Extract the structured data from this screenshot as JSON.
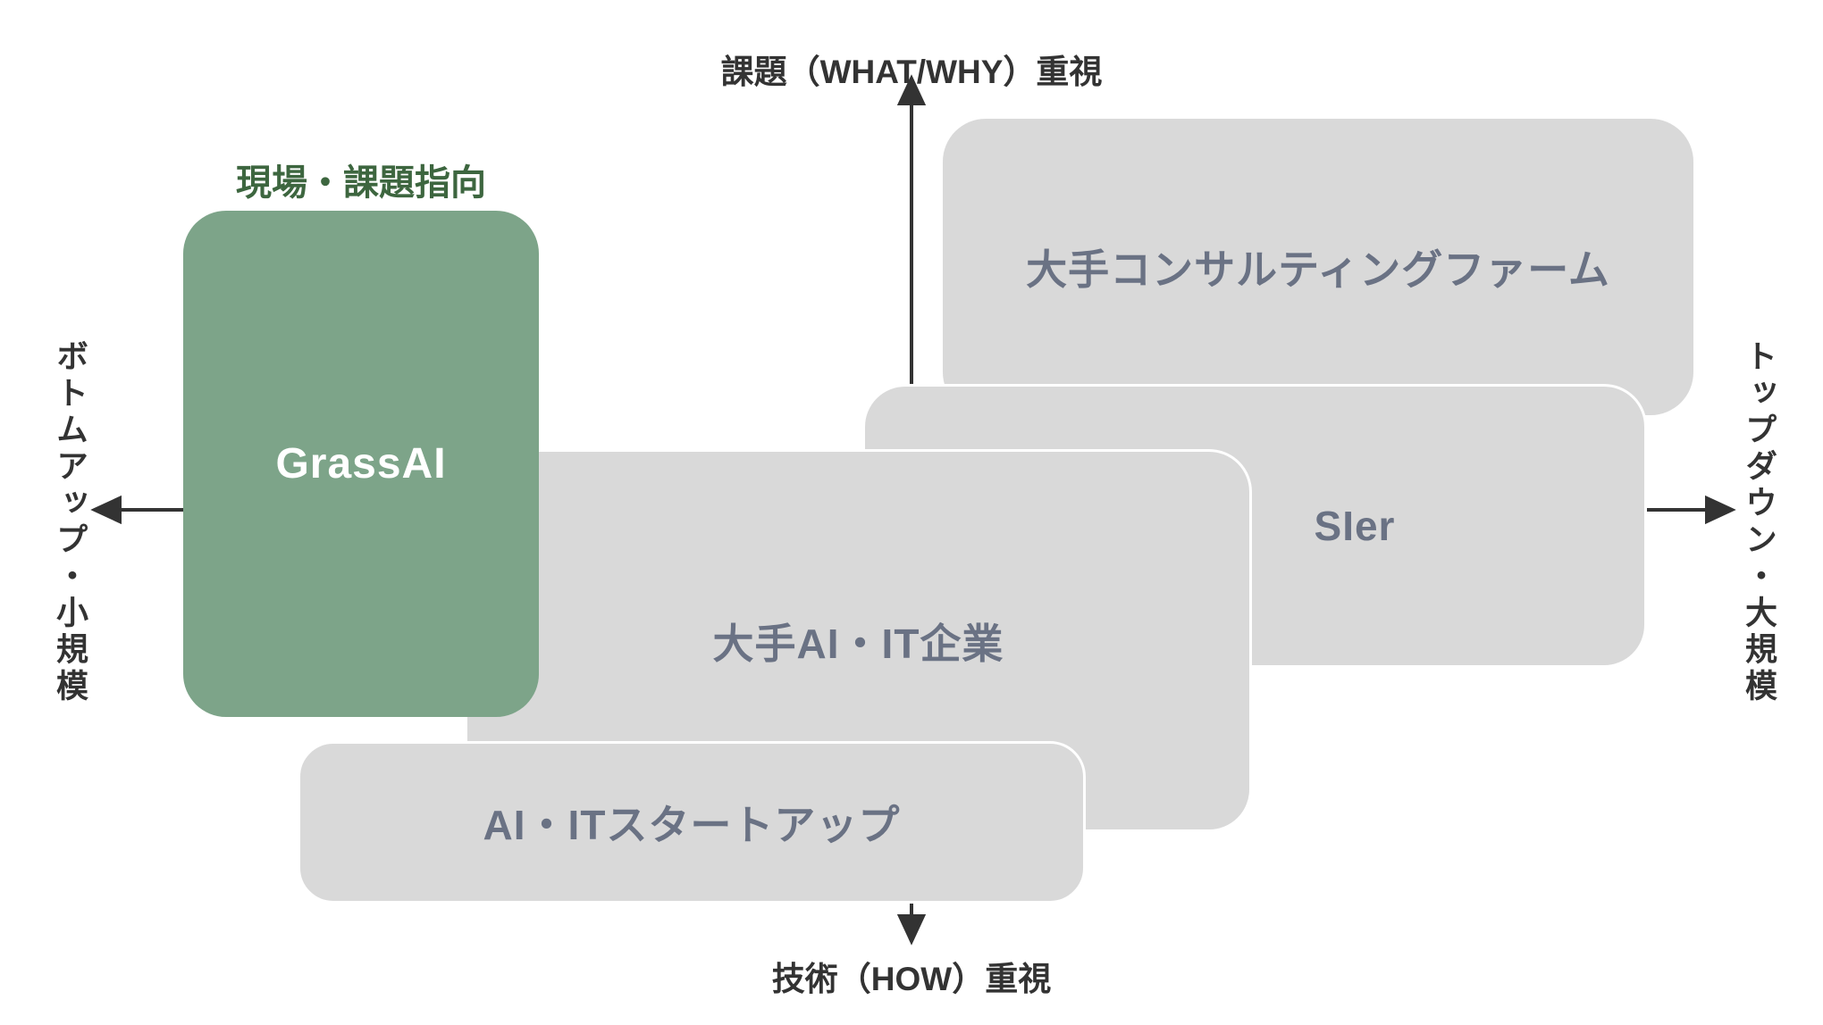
{
  "diagram_title": "competitive positioning matrix",
  "axes": {
    "top_label": "課題（WHAT/WHY）重視",
    "bottom_label": "技術（HOW）重視",
    "left_label": "ボトムアップ・小規模",
    "right_label": "トップダウン・大規模"
  },
  "boxes": {
    "consulting": {
      "label": "大手コンサルティングファーム"
    },
    "sier": {
      "label": "SIer"
    },
    "big_ai_it": {
      "label": "大手AI・IT企業"
    },
    "startup": {
      "label": "AI・ITスタートアップ"
    },
    "grassai": {
      "label": "GrassAI",
      "tagline": "現場・課題指向"
    }
  },
  "colors": {
    "green_box": "#7da489",
    "green_text": "#3d663f",
    "gray_box": "#d9d9d9",
    "gray_text": "#6a7284",
    "axis_color": "#333333",
    "grassai_label_text": "#ffffff",
    "background": "#ffffff"
  }
}
